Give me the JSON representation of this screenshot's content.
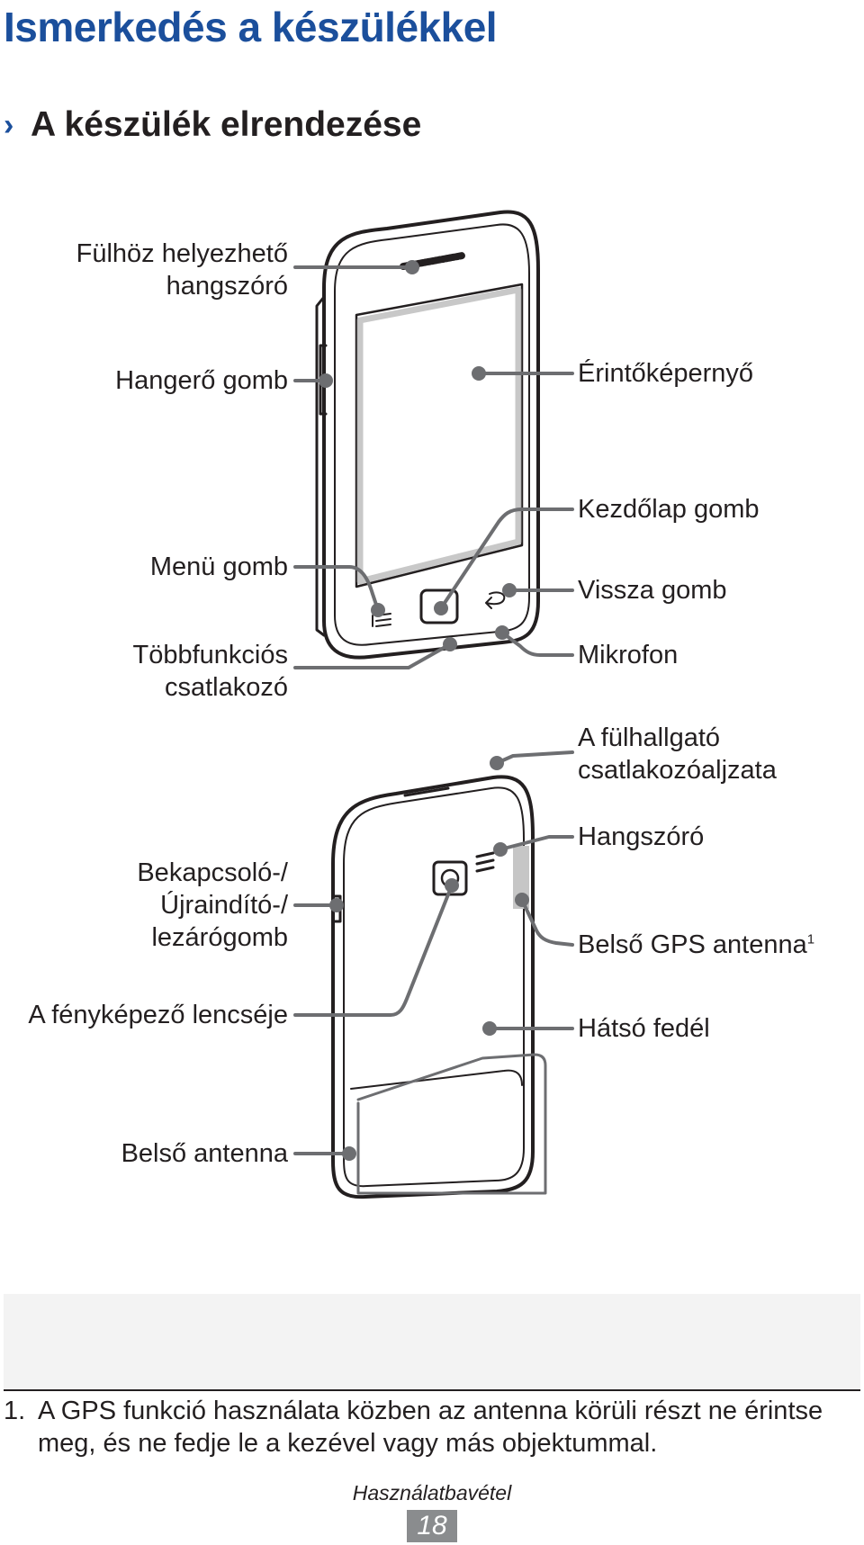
{
  "page": {
    "title": "Ismerkedés a készülékkel",
    "section_marker": "›",
    "section_title": "A készülék elrendezése"
  },
  "front_labels": {
    "earpiece": [
      "Fülhöz helyezhető",
      "hangszóró"
    ],
    "volume": "Hangerő gomb",
    "touchscreen": "Érintőképernyő",
    "home": "Kezdőlap gomb",
    "menu": "Menü gomb",
    "back": "Vissza gomb",
    "multifunction": [
      "Többfunkciós",
      "csatlakozó"
    ],
    "microphone": "Mikrofon"
  },
  "back_labels": {
    "headset_jack": [
      "A fülhallgató",
      "csatlakozóaljzata"
    ],
    "speaker": "Hangszóró",
    "power": [
      "Bekapcsoló-/",
      "Újraindító-/",
      "lezárógomb"
    ],
    "gps_antenna": "Belső GPS antenna",
    "gps_footnote_ref": "1",
    "camera": "A fényképező lencséje",
    "back_cover": "Hátsó fedél",
    "internal_antenna": "Belső antenna"
  },
  "footnote": {
    "number": "1.",
    "text": "A GPS funkció használata közben az antenna körüli részt ne érintse meg, és ne fedje le a kezével vagy más objektummal."
  },
  "footer": {
    "section": "Használatbavétel",
    "page_number": "18"
  },
  "colors": {
    "title_blue": "#1b4f9c",
    "leader_gray": "#6d6e71",
    "page_box_gray": "#8a8c8e"
  }
}
